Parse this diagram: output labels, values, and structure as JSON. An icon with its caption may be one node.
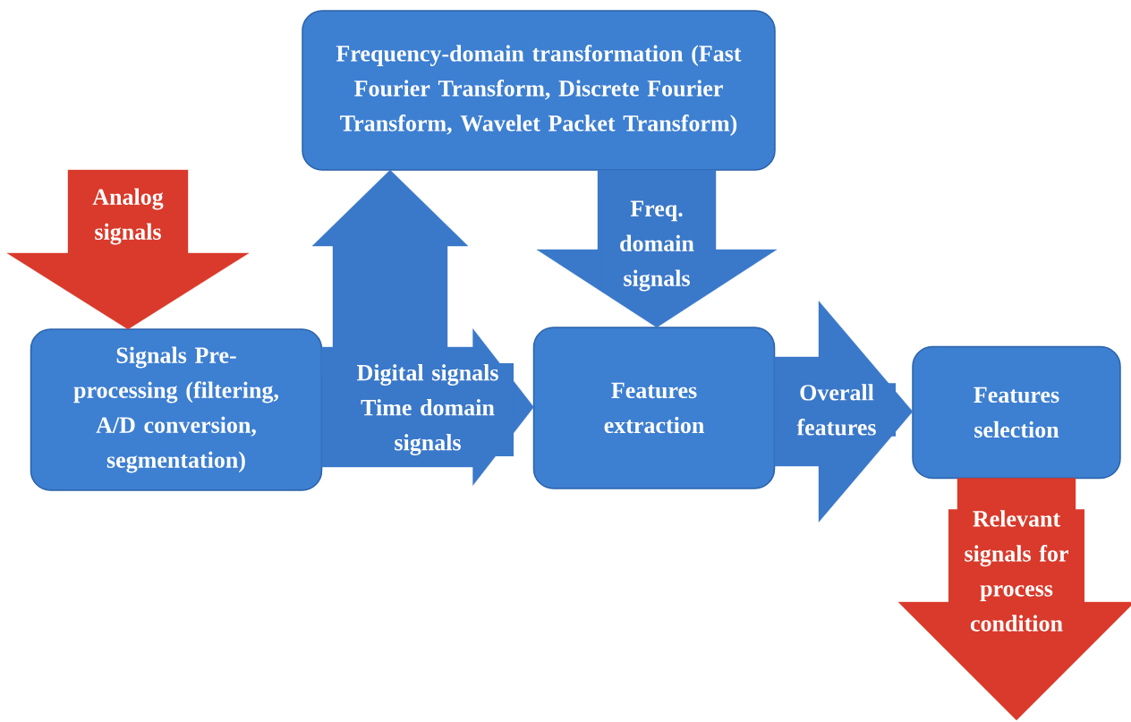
{
  "diagram": {
    "nodes": [
      {
        "text": [
          "Frequency-domain transformation (Fast Fourier Transform, Discrete Fourier Transform, Wavelet Packet Transform)"
        ]
      },
      {
        "text": [
          "Signals Pre-processing (filtering, A/D conversion, segmentation)"
        ]
      },
      {
        "text": [
          "Features extraction"
        ]
      },
      {
        "text": [
          "Features selection"
        ]
      }
    ],
    "edges": [
      {
        "from": null,
        "to": 1,
        "arrow": "to",
        "label": "Analog signals",
        "color": "#d93a2b"
      },
      {
        "from": 1,
        "to": 2,
        "arrow": "to",
        "label": "Digital signals Time domain signals"
      },
      {
        "from": 1,
        "to": 0,
        "arrow": "to"
      },
      {
        "from": 0,
        "to": 2,
        "arrow": "to",
        "label": "Freq. domain signals"
      },
      {
        "from": 2,
        "to": 3,
        "arrow": "to",
        "label": "Overall features"
      },
      {
        "from": 3,
        "to": null,
        "arrow": "to",
        "label": "Relevant signals for process condition",
        "color": "#d93a2b"
      }
    ]
  }
}
